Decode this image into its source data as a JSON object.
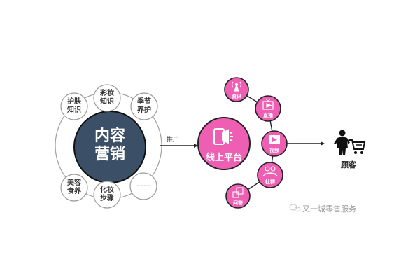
{
  "diagram": {
    "content_marketing": {
      "title_line1": "内容",
      "title_line2": "营销",
      "topics": [
        {
          "line1": "护肤",
          "line2": "知识"
        },
        {
          "line1": "彩妆",
          "line2": "知识"
        },
        {
          "line1": "季节",
          "line2": "养护"
        },
        {
          "line1": "美容",
          "line2": "食养"
        },
        {
          "line1": "化妆",
          "line2": "步骤"
        },
        {
          "line1": "......",
          "line2": ""
        }
      ]
    },
    "edge_label": "推广",
    "online_platform": {
      "label": "线上平台",
      "icon": "phone-speaker-icon",
      "channels": [
        {
          "label": "资讯",
          "icon": "broadcast-antenna-icon"
        },
        {
          "label": "直播",
          "icon": "tv-play-icon"
        },
        {
          "label": "视频",
          "icon": "video-clapper-icon"
        },
        {
          "label": "社群",
          "icon": "group-people-icon"
        },
        {
          "label": "问答",
          "icon": "question-answer-icon"
        }
      ]
    },
    "customer": {
      "label": "顾客",
      "icon": "shopper-cart-icon"
    },
    "watermark": "又一城零售服务"
  },
  "colors": {
    "core_dark": "#3b4f66",
    "pink": "#ee5fb4",
    "outline": "#222222",
    "ring": "#9a9a9a"
  }
}
